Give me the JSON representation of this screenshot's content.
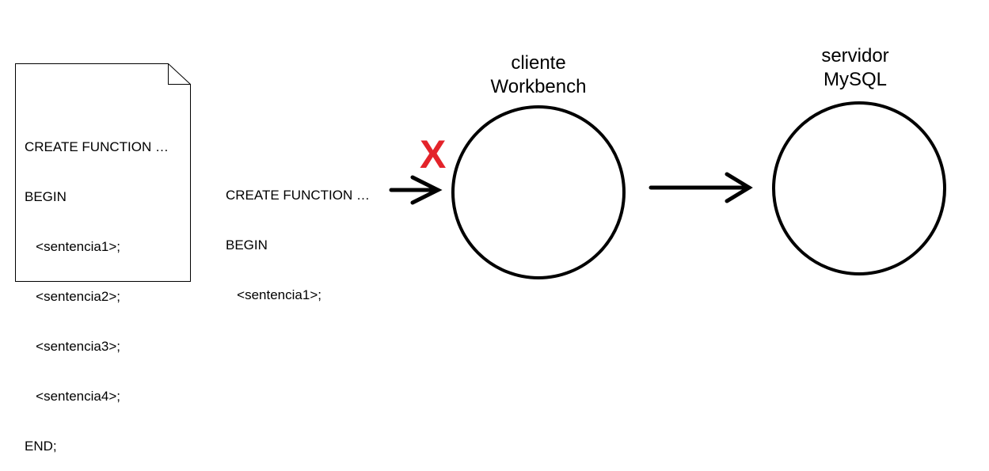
{
  "document": {
    "lines": [
      "CREATE FUNCTION …",
      "BEGIN",
      "   <sentencia1>;",
      "   <sentencia2>;",
      "   <sentencia3>;",
      "   <sentencia4>;",
      "END;"
    ]
  },
  "partial": {
    "lines": [
      "CREATE FUNCTION …",
      "BEGIN",
      "   <sentencia1>;"
    ]
  },
  "error_mark": {
    "text": "X",
    "color": "#e3232a"
  },
  "client": {
    "line1": "cliente",
    "line2": "Workbench"
  },
  "server": {
    "line1": "servidor",
    "line2": "MySQL"
  }
}
